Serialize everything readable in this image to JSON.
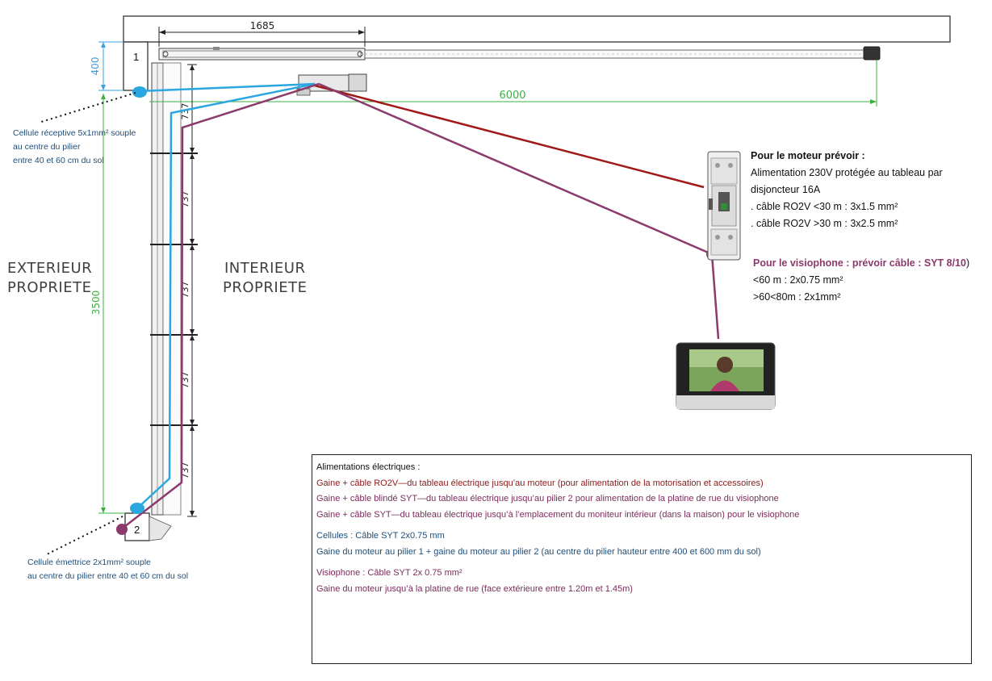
{
  "dimensions": {
    "gate_opening": "1685",
    "rail": "6000",
    "pillar_offset": "400",
    "wall": "3500",
    "panel_1": "737",
    "panel_2": "737",
    "panel_3": "737",
    "panel_4": "737",
    "panel_5": "737"
  },
  "pillars": {
    "pillar_1": "1",
    "pillar_2": "2"
  },
  "cell_receiver": {
    "line1": "Cellule réceptive 5x1mm² souple",
    "line2": "au centre du pilier",
    "line3": "entre 40 et 60 cm du sol"
  },
  "cell_emitter": {
    "line1": "Cellule émettrice  2x1mm² souple",
    "line2": "au centre du pilier entre 40 et 60 cm du sol"
  },
  "zones": {
    "exterior_1": "EXTERIEUR",
    "exterior_2": "PROPRIETE",
    "interior_1": "INTERIEUR",
    "interior_2": "PROPRIETE"
  },
  "motor_note": {
    "title": "Pour le moteur prévoir  :",
    "line1": "Alimentation 230V protégée au tableau par",
    "line2": "disjoncteur 16A",
    "line3": ". câble RO2V <30 m : 3x1.5 mm²",
    "line4": ". câble RO2V >30 m : 3x2.5 mm²"
  },
  "visio_note": {
    "title": "Pour le visiophone  : prévoir câble : SYT 8/10",
    "title_end": ")",
    "line1": "<60 m : 2x0.75 mm²",
    "line2": ">60<80m : 2x1mm²"
  },
  "legend": {
    "heading": "Alimentations électriques  :",
    "red_line": "Gaine + câble RO2V—du tableau électrique jusqu’au moteur (pour alimentation de la motorisation et accessoires)",
    "purple_line1": "Gaine + câble blindé  SYT—du tableau électrique jusqu’au pilier  2 pour alimentation de la platine de rue du visiophone",
    "purple_line2": "Gaine + câble SYT—du tableau électrique jusqu’à l’emplacement du moniteur intérieur (dans la maison) pour le visiophone",
    "cells_heading": "Cellules :  Câble SYT 2x0.75 mm",
    "cells_line": "Gaine du moteur au pilier 1 + gaine du  moteur au pilier 2 (au centre du pilier hauteur  entre 400 et 600 mm du sol)",
    "visio_heading": "Visiophone :  Câble SYT 2x 0.75 mm²",
    "visio_line": "Gaine du moteur jusqu’à la platine de rue (face extérieure entre 1.20m et 1.45m)"
  },
  "colors": {
    "cable_blue": "#2aa7e0",
    "cable_red": "#a01818",
    "cable_purple": "#8b3a6b",
    "dimension_blue": "#3aa0e0",
    "dimension_green": "#3cb043"
  }
}
